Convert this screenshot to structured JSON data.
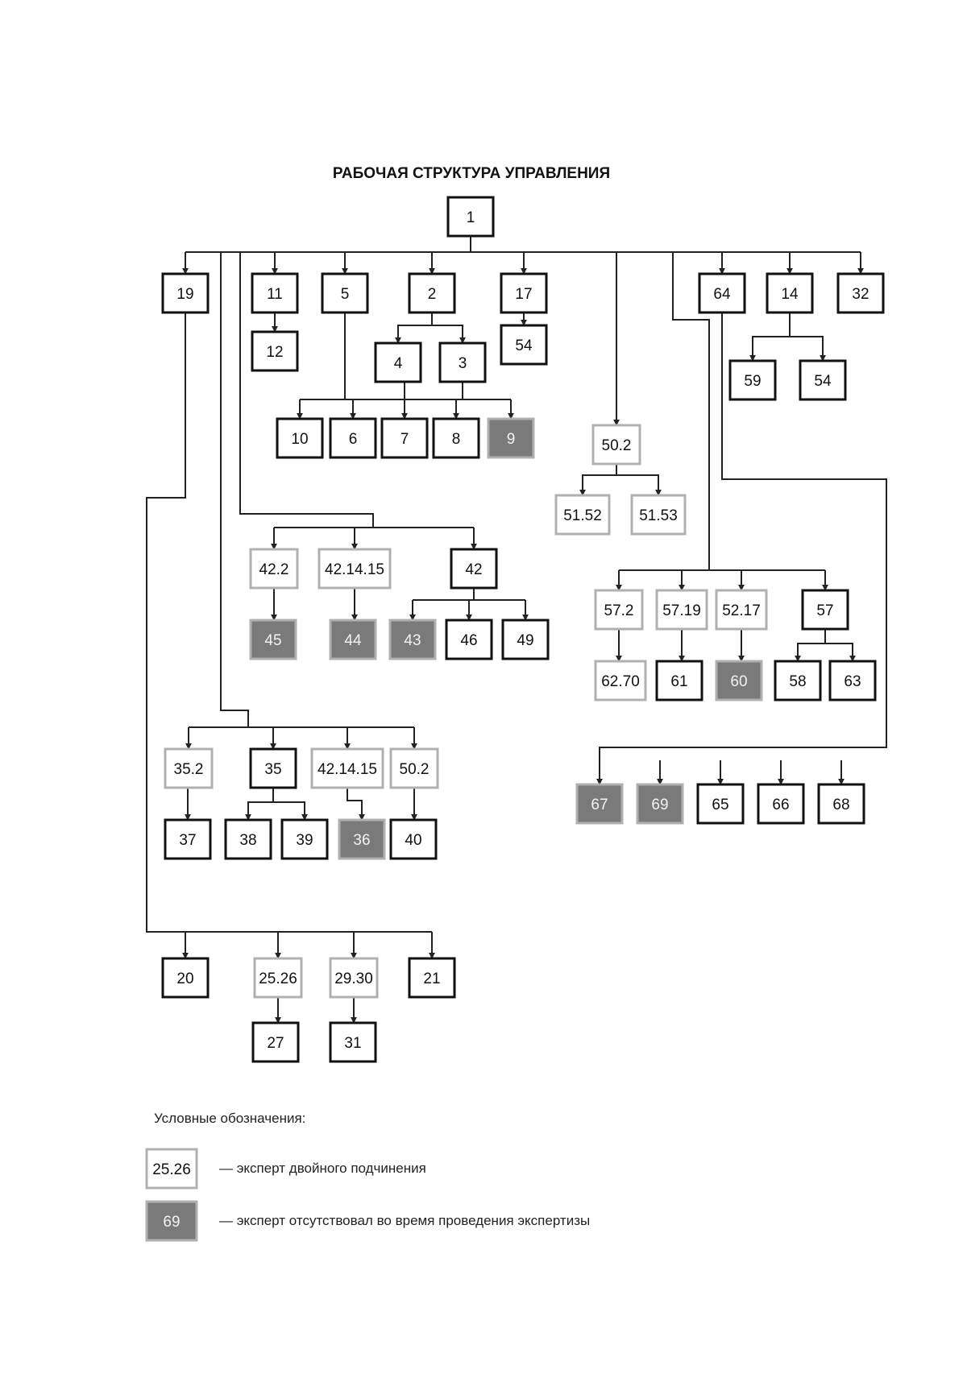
{
  "title": "РАБОЧАЯ СТРУКТУРА УПРАВЛЕНИЯ",
  "nodes": [
    {
      "id": "n1",
      "label": "1",
      "kind": "normal"
    },
    {
      "id": "n19",
      "label": "19",
      "kind": "normal"
    },
    {
      "id": "n11",
      "label": "11",
      "kind": "normal"
    },
    {
      "id": "n12",
      "label": "12",
      "kind": "normal"
    },
    {
      "id": "n5",
      "label": "5",
      "kind": "normal"
    },
    {
      "id": "n2",
      "label": "2",
      "kind": "normal"
    },
    {
      "id": "n4",
      "label": "4",
      "kind": "normal"
    },
    {
      "id": "n3",
      "label": "3",
      "kind": "normal"
    },
    {
      "id": "n17",
      "label": "17",
      "kind": "normal"
    },
    {
      "id": "n54a",
      "label": "54",
      "kind": "normal"
    },
    {
      "id": "n64",
      "label": "64",
      "kind": "normal"
    },
    {
      "id": "n14",
      "label": "14",
      "kind": "normal"
    },
    {
      "id": "n32",
      "label": "32",
      "kind": "normal"
    },
    {
      "id": "n59",
      "label": "59",
      "kind": "normal"
    },
    {
      "id": "n54b",
      "label": "54",
      "kind": "normal"
    },
    {
      "id": "n10",
      "label": "10",
      "kind": "normal"
    },
    {
      "id": "n6",
      "label": "6",
      "kind": "normal"
    },
    {
      "id": "n7",
      "label": "7",
      "kind": "normal"
    },
    {
      "id": "n8",
      "label": "8",
      "kind": "normal"
    },
    {
      "id": "n9",
      "label": "9",
      "kind": "absent"
    },
    {
      "id": "n502a",
      "label": "50.2",
      "kind": "double"
    },
    {
      "id": "n5152",
      "label": "51.52",
      "kind": "double"
    },
    {
      "id": "n5153",
      "label": "51.53",
      "kind": "double"
    },
    {
      "id": "n422",
      "label": "42.2",
      "kind": "double"
    },
    {
      "id": "n421415a",
      "label": "42.14.15",
      "kind": "double"
    },
    {
      "id": "n42",
      "label": "42",
      "kind": "normal"
    },
    {
      "id": "n45",
      "label": "45",
      "kind": "absent"
    },
    {
      "id": "n44",
      "label": "44",
      "kind": "absent"
    },
    {
      "id": "n43",
      "label": "43",
      "kind": "absent"
    },
    {
      "id": "n46",
      "label": "46",
      "kind": "normal"
    },
    {
      "id": "n49",
      "label": "49",
      "kind": "normal"
    },
    {
      "id": "n572",
      "label": "57.2",
      "kind": "double"
    },
    {
      "id": "n5719",
      "label": "57.19",
      "kind": "double"
    },
    {
      "id": "n5217",
      "label": "52.17",
      "kind": "double"
    },
    {
      "id": "n57",
      "label": "57",
      "kind": "normal"
    },
    {
      "id": "n6270",
      "label": "62.70",
      "kind": "double"
    },
    {
      "id": "n61",
      "label": "61",
      "kind": "normal"
    },
    {
      "id": "n60",
      "label": "60",
      "kind": "absent"
    },
    {
      "id": "n58",
      "label": "58",
      "kind": "normal"
    },
    {
      "id": "n63",
      "label": "63",
      "kind": "normal"
    },
    {
      "id": "n352",
      "label": "35.2",
      "kind": "double"
    },
    {
      "id": "n35",
      "label": "35",
      "kind": "normal"
    },
    {
      "id": "n421415b",
      "label": "42.14.15",
      "kind": "double"
    },
    {
      "id": "n502b",
      "label": "50.2",
      "kind": "double"
    },
    {
      "id": "n37",
      "label": "37",
      "kind": "normal"
    },
    {
      "id": "n38",
      "label": "38",
      "kind": "normal"
    },
    {
      "id": "n39",
      "label": "39",
      "kind": "normal"
    },
    {
      "id": "n36",
      "label": "36",
      "kind": "absent"
    },
    {
      "id": "n40",
      "label": "40",
      "kind": "normal"
    },
    {
      "id": "n67",
      "label": "67",
      "kind": "absent"
    },
    {
      "id": "n69",
      "label": "69",
      "kind": "absent"
    },
    {
      "id": "n65",
      "label": "65",
      "kind": "normal"
    },
    {
      "id": "n66",
      "label": "66",
      "kind": "normal"
    },
    {
      "id": "n68",
      "label": "68",
      "kind": "normal"
    },
    {
      "id": "n20",
      "label": "20",
      "kind": "normal"
    },
    {
      "id": "n2526",
      "label": "25.26",
      "kind": "double"
    },
    {
      "id": "n2930",
      "label": "29.30",
      "kind": "double"
    },
    {
      "id": "n21",
      "label": "21",
      "kind": "normal"
    },
    {
      "id": "n27",
      "label": "27",
      "kind": "normal"
    },
    {
      "id": "n31",
      "label": "31",
      "kind": "normal"
    }
  ],
  "legend": {
    "heading": "Условные обозначения:",
    "items": [
      {
        "sample": "25.26",
        "kind": "double",
        "text": "— эксперт двойного подчинения"
      },
      {
        "sample": "69",
        "kind": "absent",
        "text": "— эксперт отсутствовал во время проведения экспертизы"
      }
    ]
  },
  "colors": {
    "normal_border": "#111111",
    "double_border": "#b0b0b0",
    "absent_fill": "#7a7a7a",
    "absent_text": "#f2f2f2",
    "line": "#222222"
  }
}
